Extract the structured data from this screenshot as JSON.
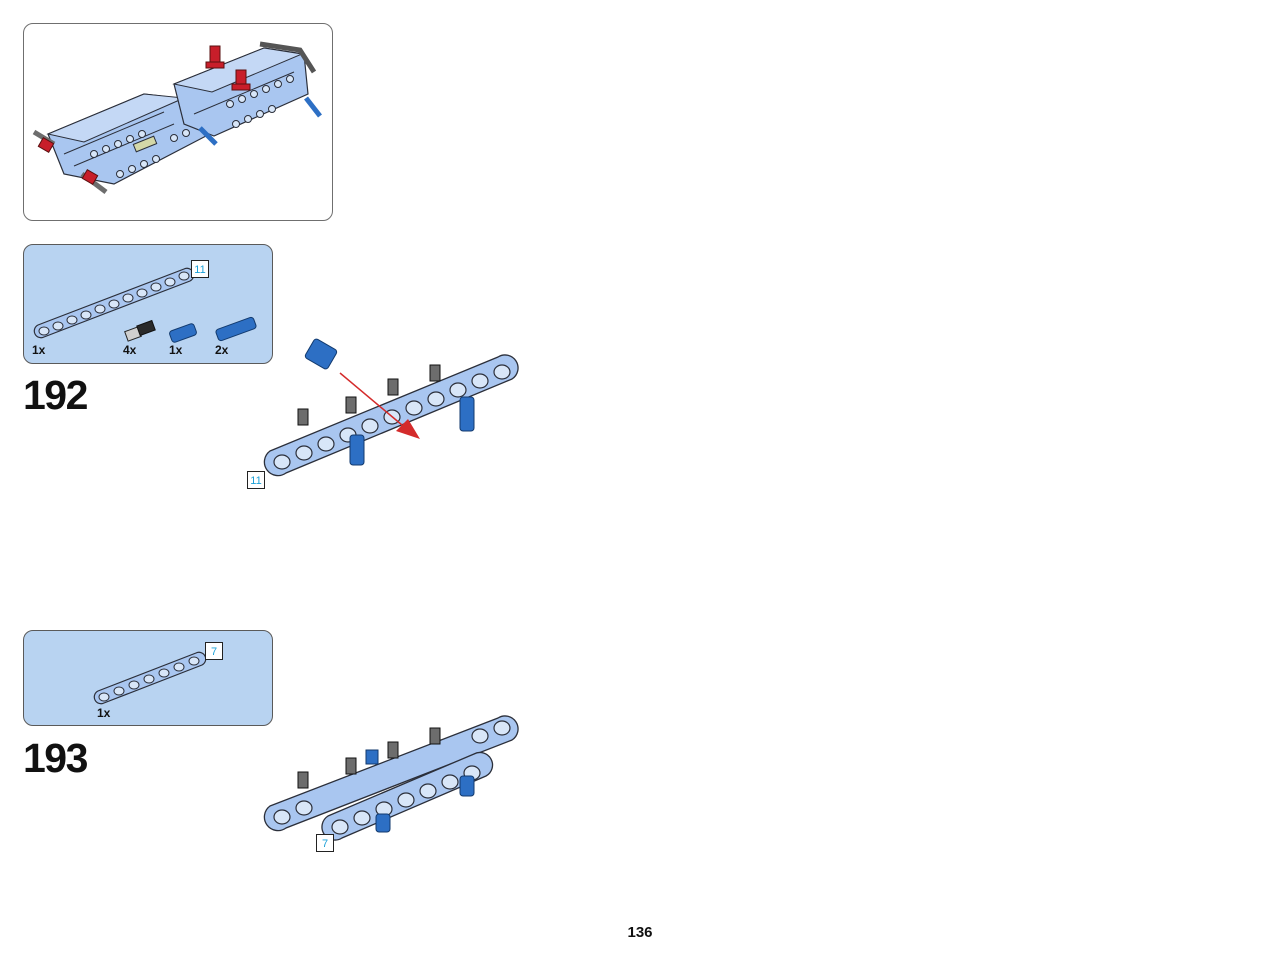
{
  "page_number": "136",
  "steps": [
    {
      "number": "192",
      "parts": [
        {
          "name": "beam-11",
          "qty": "1x",
          "length_label": "11"
        },
        {
          "name": "black-pin",
          "qty": "4x"
        },
        {
          "name": "blue-axle-pin",
          "qty": "1x"
        },
        {
          "name": "blue-long-pin",
          "qty": "2x"
        }
      ],
      "assembly_length_label": "11"
    },
    {
      "number": "193",
      "parts": [
        {
          "name": "beam-7",
          "qty": "1x",
          "length_label": "7"
        }
      ],
      "assembly_length_label": "7"
    }
  ],
  "colors": {
    "beam": "#a9c6f0",
    "beam_stroke": "#2b2f3a",
    "panel": "#b8d3f1",
    "pin_blue": "#2d6fc4",
    "pin_black": "#2a2a2a",
    "pin_red": "#c81e2a",
    "arrow": "#d42b2b",
    "length_label": "#1aa0d8"
  }
}
